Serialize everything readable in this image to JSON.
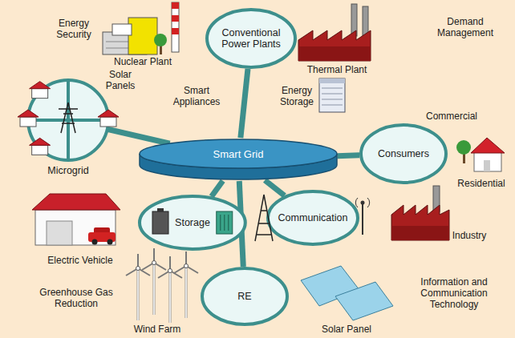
{
  "diagram": {
    "nodes": [
      {
        "text": [
          "Conventional Power Plants"
        ]
      },
      {
        "text": [
          "Microgrid"
        ]
      },
      {
        "text": [
          "Smart Grid"
        ]
      },
      {
        "text": [
          "Consumers"
        ]
      },
      {
        "text": [
          "Storage"
        ]
      },
      {
        "text": [
          "Communication"
        ]
      },
      {
        "text": [
          "RE"
        ]
      }
    ],
    "edges": [
      {
        "from": 2,
        "to": 0,
        "arrow": "none"
      },
      {
        "from": 2,
        "to": 1,
        "arrow": "none"
      },
      {
        "from": 2,
        "to": 3,
        "arrow": "none"
      },
      {
        "from": 2,
        "to": 4,
        "arrow": "none"
      },
      {
        "from": 2,
        "to": 5,
        "arrow": "none"
      },
      {
        "from": 2,
        "to": 6,
        "arrow": "none"
      }
    ],
    "labels": [
      "Energy Security",
      "Nuclear Plant",
      "Solar Panels",
      "Smart Appliances",
      "Energy Storage",
      "Thermal Plant",
      "Demand Management",
      "Commercial",
      "Residential",
      "Industry",
      "Electric Vehicle",
      "Greenhouse Gas Reduction",
      "Wind Farm",
      "Solar Panel",
      "Information and Communication Technology"
    ]
  }
}
